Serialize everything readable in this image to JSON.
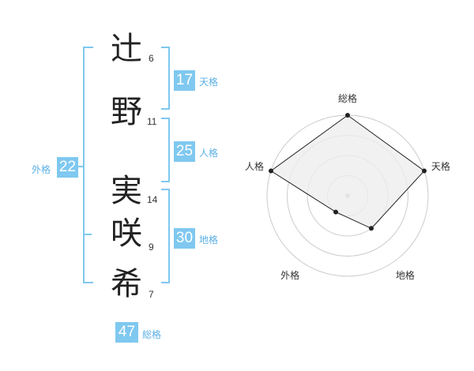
{
  "colors": {
    "accent": "#7fc8f0",
    "label": "#5bb0e6",
    "bracket": "#7fc8f0",
    "radar_stroke": "#222222",
    "radar_fill": "#eeeeee",
    "grid": "#cccccc"
  },
  "name": {
    "chars": [
      {
        "char": "辻",
        "strokes": "6"
      },
      {
        "char": "野",
        "strokes": "11"
      },
      {
        "char": "実",
        "strokes": "14"
      },
      {
        "char": "咲",
        "strokes": "9"
      },
      {
        "char": "希",
        "strokes": "7"
      }
    ]
  },
  "kaku": {
    "tenkaku": {
      "value": "17",
      "label": "天格"
    },
    "jinkaku": {
      "value": "25",
      "label": "人格"
    },
    "chikaku": {
      "value": "30",
      "label": "地格"
    },
    "gaikaku": {
      "value": "22",
      "label": "外格"
    },
    "soukaku": {
      "value": "47",
      "label": "総格"
    }
  },
  "chart_data": {
    "type": "radar",
    "axes": [
      "総格",
      "天格",
      "地格",
      "外格",
      "人格"
    ],
    "values": [
      4,
      4,
      2,
      1,
      4
    ],
    "max": 4,
    "rings": 4
  }
}
